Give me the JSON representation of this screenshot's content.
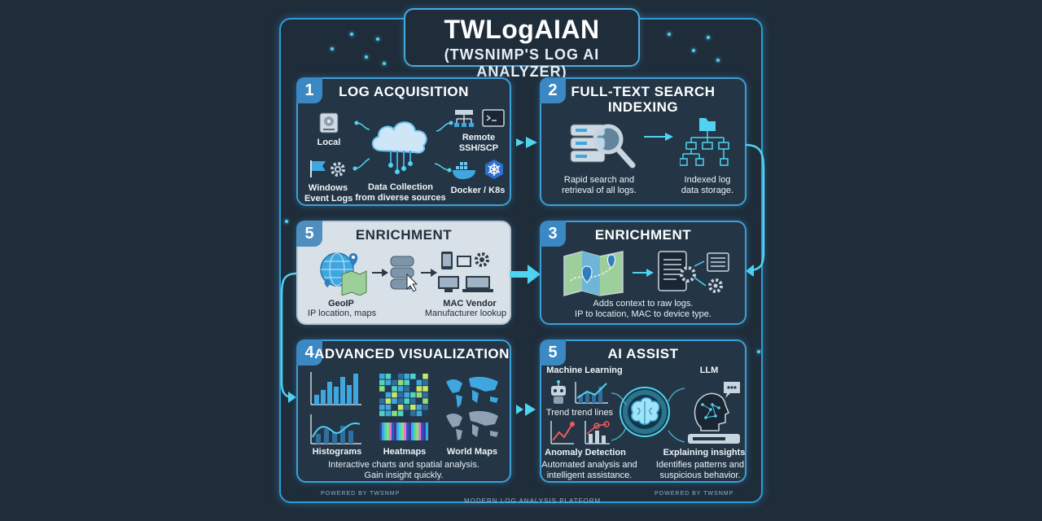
{
  "title": "TWLogAIAN",
  "subtitle": "(TWSNIMP'S LOG AI ANALYZER)",
  "panels": {
    "p1": {
      "number": "1",
      "title": "LOG ACQUISITION",
      "local": "Local",
      "windows": "Windows\nEvent Logs",
      "collection": "Data Collection\nfrom diverse sources",
      "remote": "Remote\nSSH/SCP",
      "docker": "Docker / K8s"
    },
    "p2": {
      "number": "2",
      "title": "FULL-TEXT SEARCH\nINDEXING",
      "search": "Rapid search and\nretrieval of all logs.",
      "indexed": "Indexed log\ndata storage."
    },
    "p5e": {
      "number": "5",
      "title": "ENRICHMENT",
      "geoip": "GeoIP",
      "geoip_desc": "IP location, maps",
      "mac": "MAC Vendor",
      "mac_desc": "Manufacturer lookup"
    },
    "p3": {
      "number": "3",
      "title": "ENRICHMENT",
      "caption": "Adds context to raw logs.\nIP to location, MAC to device type."
    },
    "p4": {
      "number": "4",
      "title": "ADVANCED VISUALIZATION",
      "histograms": "Histograms",
      "heatmaps": "Heatmaps",
      "worldmaps": "World Maps",
      "caption": "Interactive charts and spatial analysis.\nGain insight quickly."
    },
    "p5a": {
      "number": "5",
      "title": "AI ASSIST",
      "ml": "Machine Learning",
      "llm": "LLM",
      "trend": "Trend trend lines",
      "anomaly": "Anomaly Detection",
      "explain": "Explaining insights",
      "auto": "Automated analysis and\nintelligent assistance.",
      "identifies": "Identifies patterns and\nsuspicious behavior."
    }
  },
  "footer": {
    "left": "POWERED BY TWSNMP",
    "center": "MODERN LOG ANALYSIS PLATFORM",
    "right": "POWERED BY TWSNMP"
  },
  "colors": {
    "background": "#1f2d3b",
    "accent": "#3c9fd8",
    "glow": "#4fd3f0",
    "panel": "#243646"
  }
}
